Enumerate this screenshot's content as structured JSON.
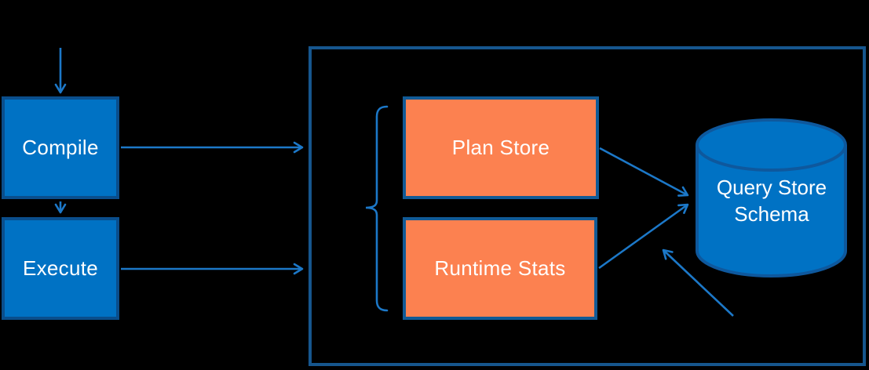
{
  "nodes": {
    "compile": {
      "label": "Compile"
    },
    "execute": {
      "label": "Execute"
    },
    "plan_store": {
      "label": "Plan Store"
    },
    "runtime_stats": {
      "label": "Runtime Stats"
    },
    "query_store_schema": {
      "label": "Query Store\nSchema"
    }
  },
  "connections": [
    {
      "from": "external-top",
      "to": "compile"
    },
    {
      "from": "compile",
      "to": "execute"
    },
    {
      "from": "compile",
      "to": "query-store-container"
    },
    {
      "from": "execute",
      "to": "query-store-container"
    },
    {
      "from": "plan_store",
      "to": "query_store_schema"
    },
    {
      "from": "runtime_stats",
      "to": "query_store_schema"
    },
    {
      "from": "bottom-right",
      "to": "query_store_schema"
    }
  ],
  "colors": {
    "background": "#000000",
    "blue_node_fill": "#0072C4",
    "blue_node_border": "#0A4E8C",
    "orange_node_fill": "#FC8150",
    "orange_node_border": "#115A96",
    "container_border": "#16568E",
    "arrow": "#1C78C8",
    "cylinder_fill": "#0072C4",
    "cylinder_border": "#0E589D",
    "text": "#FFFFFF"
  }
}
